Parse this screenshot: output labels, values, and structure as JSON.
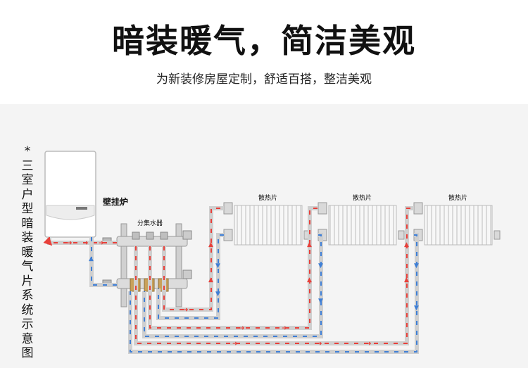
{
  "header": {
    "title": "暗装暖气，简洁美观",
    "subtitle": "为新装修房屋定制，舒适百搭，整洁美观"
  },
  "diagram": {
    "side_label": "*三室户型暗装暖气片系统示意图",
    "boiler_label": "壁挂炉",
    "manifold_label": "分集水器",
    "radiator_labels": [
      "散热片",
      "散热片",
      "散热片"
    ]
  },
  "colors": {
    "supply": "#e8403a",
    "return": "#3f7fd6",
    "pipe_outline": "#c8c8c8",
    "panel_bg": "#f4f4f4"
  }
}
